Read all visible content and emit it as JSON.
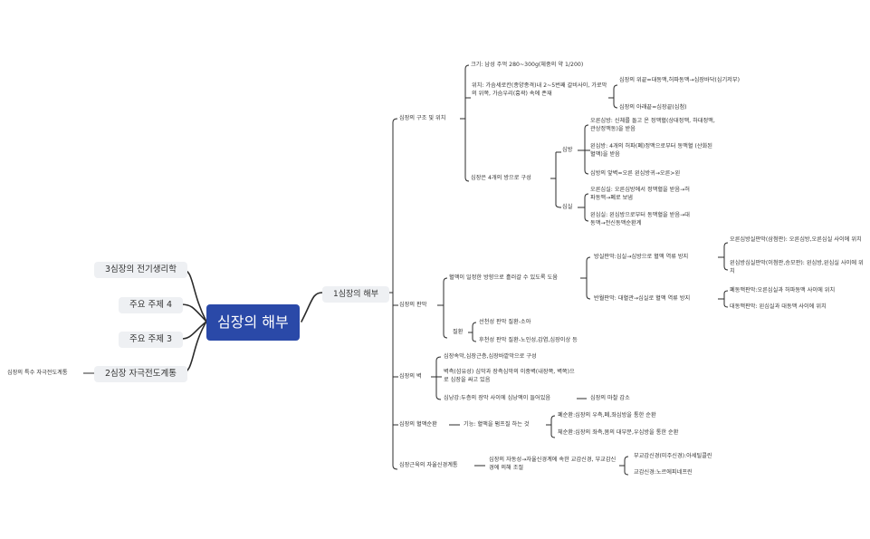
{
  "central": "심장의 해부",
  "left": {
    "b3": "3심장의 전기생리학",
    "t4": "주요 주제 4",
    "t3": "주요 주제 3",
    "b2": "2심장 자극전도계통",
    "b2_child": "심장의 특수 자극전도계통"
  },
  "right": {
    "b1": "1심장의 해부",
    "structure": {
      "label": "심장의 구조 및 위치",
      "size": "크기: 남성 주먹 280~300g(체중의 약 1/200)",
      "location": "위치: 가슴세로칸(종양종격)내 2~5번째 갈비사이, 가로막의 위쪽, 가슴우리(흉곽) 속에 존재",
      "top": "심장의 위끝=대동맥,허파동맥→심장바닥(심기저부)",
      "bottom": "심장의 아래끝=심장끝(심첨)",
      "rooms": "심장은 4개의 방으로 구성",
      "atrium": "심방",
      "ra": "오른심방: 신체를 돌고 온 정맥혈(상대정맥, 하대정맥,관상정맥동)을 받음",
      "la": "왼심방: 4개의 허파(폐)정맥으로부터 동맥혈 (산화된 혈액)을 받음",
      "septum": "심방의 앞벽=오른 왼심방귀→오른>왼",
      "ventricle": "심실",
      "rv": "오른심실: 오른심방에서 정맥혈을 받음→허파동맥→폐로 보냄",
      "lv": "왼심실: 왼심방으로부터 동맥혈을 받음→대동맥→전신동맥순환계"
    },
    "valve": {
      "label": "심장의 판막",
      "desc": "혈액이 일정한 방향으로 흘러갈 수 있도록 도움",
      "av": "방실판막:심실→심방으로 혈액 역류 방지",
      "tricuspid": "오른심방실판막(삼첨판): 오른심방,오른심실 사이에 위치",
      "mitral": "왼심방심실판막(이첨판,승모판): 왼심방,왼심실 사이에 위치",
      "semilunar": "반월판막: 대혈관→심실로 혈액 역류 방지",
      "pulm": "폐동맥판막:오른심실과 허파동맥 사이에 위치",
      "aortic": "대동맥판막: 왼심실과 대동맥 사이에 위치",
      "disease": "질환",
      "congenital": "선천성 판막 질환-소아",
      "acquired": "후천성 판막 질환-노인성,감염,심장이상 등"
    },
    "wall": {
      "label": "심장의 벽",
      "layers": "심장속막,심장근층,심장바깥막으로 구성",
      "pericardium": "벽측(섬유성) 심막과 장측심막의 이중벽(내장쪽, 벽쪽)으로 심장을 싸고 있음",
      "fluid": "심낭강:두층의 장막 사이에 심낭액이 들어있음",
      "friction": "심장의 마찰 감소"
    },
    "circulation": {
      "label": "심장의 혈액순환",
      "function": "기능: 혈액을 펌프질 하는 것",
      "pulmonary": "폐순환:심장의 우측,폐,좌심방을 통한 순환",
      "systemic": "체순환:심장의 좌측,몸의 대부분,우심방을 통한 순환"
    },
    "autonomic": {
      "label": "심장근육의 자율신경계통",
      "control": "심장의 자동성→자율신경계에 속한 교감신경, 부교감신경에 의해 조절",
      "parasym": "부교감신경(미주신경):아세틸콜린",
      "sym": "교감신경:노르에피네프린"
    }
  }
}
